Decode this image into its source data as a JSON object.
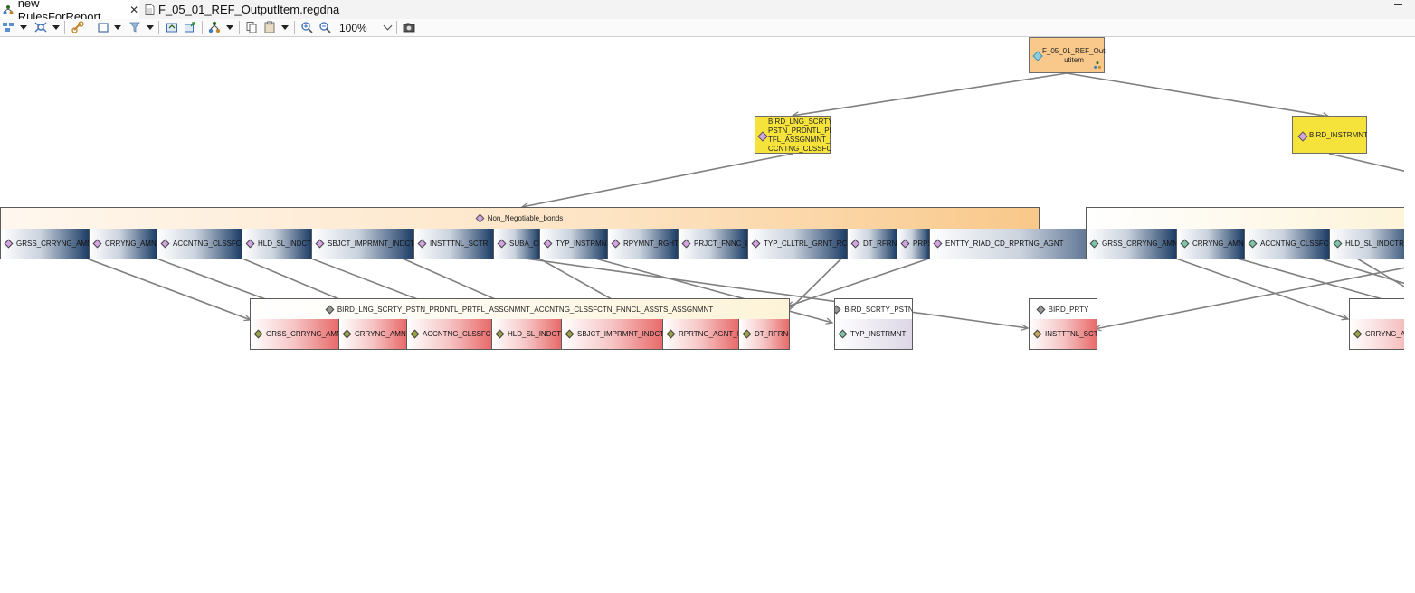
{
  "tabs": [
    {
      "label": "new RulesForReport",
      "icon": "diagram-icon",
      "active": true,
      "closable": true
    },
    {
      "label": "F_05_01_REF_OutputItem.regdna",
      "icon": "file-icon",
      "active": false,
      "closable": false
    }
  ],
  "toolbar": {
    "buttons": [
      "layout-icon",
      "arrange-icon",
      "link-icon",
      "select-icon",
      "filter-icon",
      "export-icon",
      "export-image-icon",
      "hierarchy-icon",
      "copy-icon",
      "paste-icon",
      "zoom-in-icon",
      "zoom-out-icon",
      "camera-icon"
    ],
    "zoom": "100%"
  },
  "diagram": {
    "output_node": "F_05_01_REF_Outp\nutitem",
    "node_lng": "BIRD_LNG_SCRTY_\nPSTN_PRDNTL_PR\nTFL_ASSGNMNT_A\nCCNTNG_CLSSFC",
    "node_instrmnt": "BIRD_INSTRMNT",
    "non_negotiable": {
      "title": "Non_Negotiable_bonds",
      "fields": [
        "GRSS_CRRYNG_AMNT",
        "CRRYNG_AMNT",
        "ACCNTNG_CLSSFCTN",
        "HLD_SL_INDCTR",
        "SBJCT_IMPRMNT_INDCTR",
        "INSTTTNL_SCTR",
        "SUBA_CD",
        "TYP_INSTRMNT",
        "RPYMNT_RGHTS",
        "PRJCT_FNNC_LN",
        "TYP_CLLTRL_GRNT_RCVD",
        "DT_RFRNC",
        "PRPS",
        "ENTTY_RIAD_CD_RPRTNG_AGNT"
      ]
    },
    "right_group": {
      "title": "",
      "fields": [
        "GRSS_CRRYNG_AMNT",
        "CRRYNG_AMNT",
        "ACCNTNG_CLSSFCTN",
        "HLD_SL_INDCTR"
      ]
    },
    "lng_assignment": {
      "title": "BIRD_LNG_SCRTY_PSTN_PRDNTL_PRTFL_ASSGNMNT_ACCNTNG_CLSSFCTN_FNNCL_ASSTS_ASSGNMNT",
      "fields": [
        "GRSS_CRRYNG_AMNT",
        "CRRYNG_AMNT",
        "ACCNTNG_CLSSFCTN",
        "HLD_SL_INDCTR",
        "SBJCT_IMPRMNT_INDCTR",
        "RPRTNG_AGNT_ID",
        "DT_RFRNC"
      ]
    },
    "scrty_pstn": {
      "title": "BIRD_SCRTY_PSTN",
      "fields": [
        "TYP_INSTRMNT"
      ]
    },
    "prty": {
      "title": "BIRD_PRTY",
      "fields": [
        "INSTTTNL_SCTR"
      ]
    },
    "right_lower": {
      "title": "",
      "fields": [
        "CRRYNG_AMNT"
      ]
    }
  },
  "colors": {
    "output_node": "#f9c98b",
    "entity_node": "#f5e33c",
    "source_field": "#1c3d66",
    "target_field": "#e86a6a",
    "edge": "#7f7f7f"
  }
}
